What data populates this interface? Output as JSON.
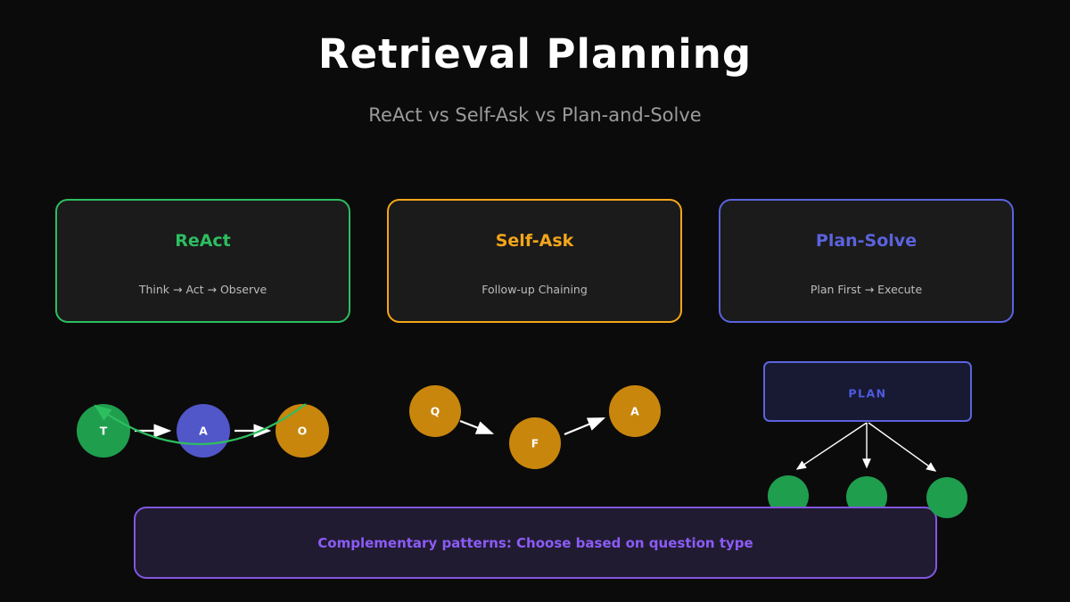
{
  "header": {
    "title": "Retrieval Planning",
    "subtitle": "ReAct vs Self-Ask vs Plan-and-Solve"
  },
  "cards": [
    {
      "title": "ReAct",
      "subtitle": "Think → Act → Observe",
      "accent_color": "#2dbe60"
    },
    {
      "title": "Self-Ask",
      "subtitle": "Follow-up Chaining",
      "accent_color": "#f3a61a"
    },
    {
      "title": "Plan-Solve",
      "subtitle": "Plan First → Execute",
      "accent_color": "#5b63dd"
    }
  ],
  "diagrams": {
    "react": {
      "nodes": [
        {
          "label": "T",
          "color": "#1f9e4e"
        },
        {
          "label": "A",
          "color": "#5156c8"
        },
        {
          "label": "O",
          "color": "#c8860d"
        }
      ],
      "arrow_color": "#ffffff",
      "loop_color": "#2dbe60"
    },
    "self_ask": {
      "nodes": [
        {
          "label": "Q",
          "color": "#c8860d"
        },
        {
          "label": "F",
          "color": "#c8860d"
        },
        {
          "label": "A",
          "color": "#c8860d"
        }
      ],
      "arrow_color": "#ffffff"
    },
    "plan_solve": {
      "plan_label": "PLAN",
      "box_fill": "#181932",
      "box_border": "#5b63dd",
      "label_color": "#4d5be0",
      "step_color": "#1f9e4e",
      "step_count": 3,
      "arrow_color": "#ffffff"
    }
  },
  "banner": {
    "text": "Complementary patterns: Choose based on question type",
    "text_color": "#8b5cf6",
    "border_color": "#8157e0"
  },
  "colors": {
    "background": "#0b0b0b",
    "card_background": "#1b1b1b",
    "title_text": "#ffffff",
    "subtitle_text": "#9b9b9b",
    "card_subtitle_text": "#bdbdbd",
    "banner_background": "#211b31"
  }
}
